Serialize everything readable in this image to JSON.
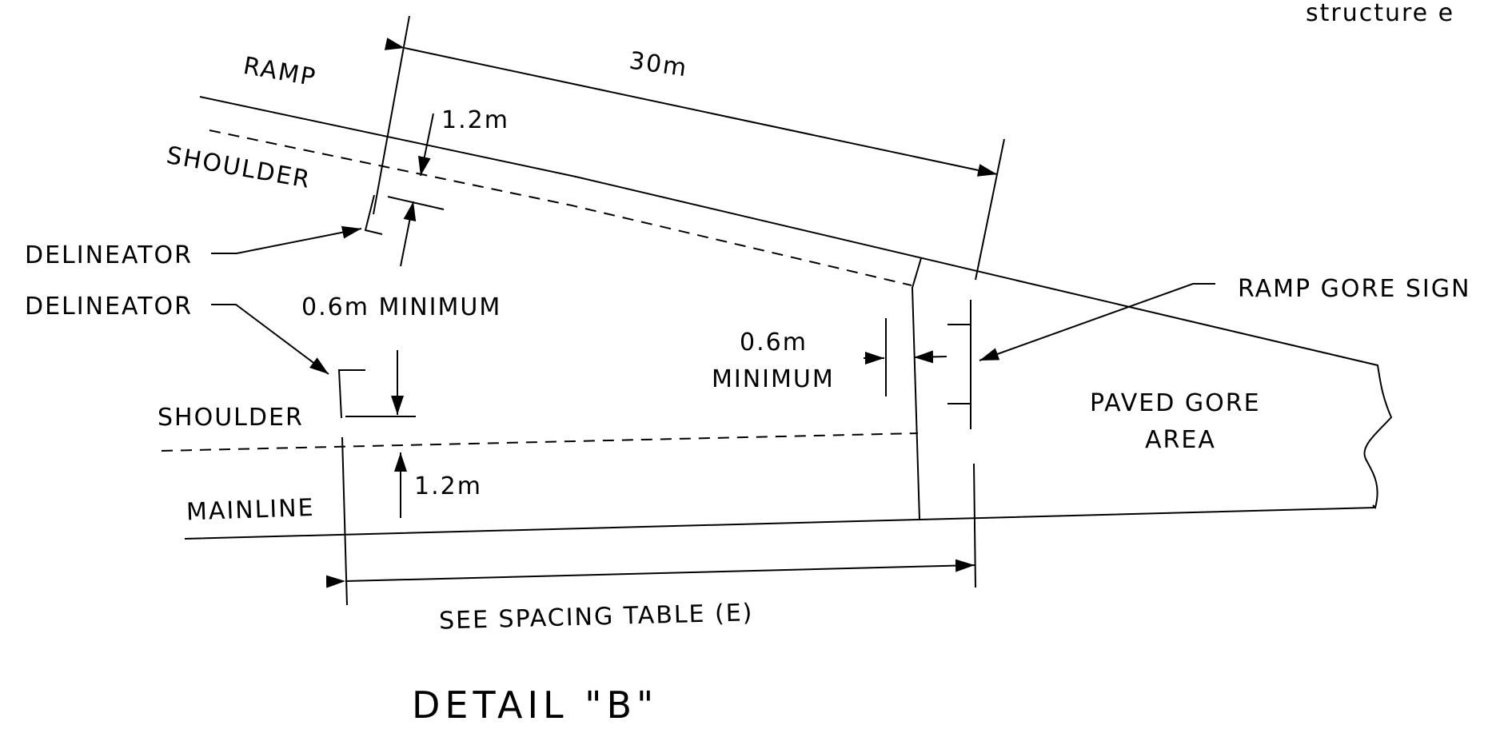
{
  "labels": {
    "corner_fragment": "structure e",
    "ramp": "RAMP",
    "shoulder_top": "SHOULDER",
    "shoulder_bottom": "SHOULDER",
    "mainline": "MAINLINE",
    "delineator_1": "DELINEATOR",
    "delineator_2": "DELINEATOR",
    "min_06_left": "0.6m MINIMUM",
    "min_06_right_line1": "0.6m",
    "min_06_right_line2": "MINIMUM",
    "ramp_gore_sign": "RAMP GORE SIGN",
    "paved_gore_line1": "PAVED GORE",
    "paved_gore_line2": "AREA",
    "spacing_table": "SEE SPACING TABLE (E)",
    "detail_title": "DETAIL \"B\""
  },
  "dimensions": {
    "ramp_length": "30m",
    "offset_top": "1.2m",
    "offset_bottom": "1.2m"
  },
  "colors": {
    "ink": "#000000",
    "paper": "#ffffff"
  }
}
